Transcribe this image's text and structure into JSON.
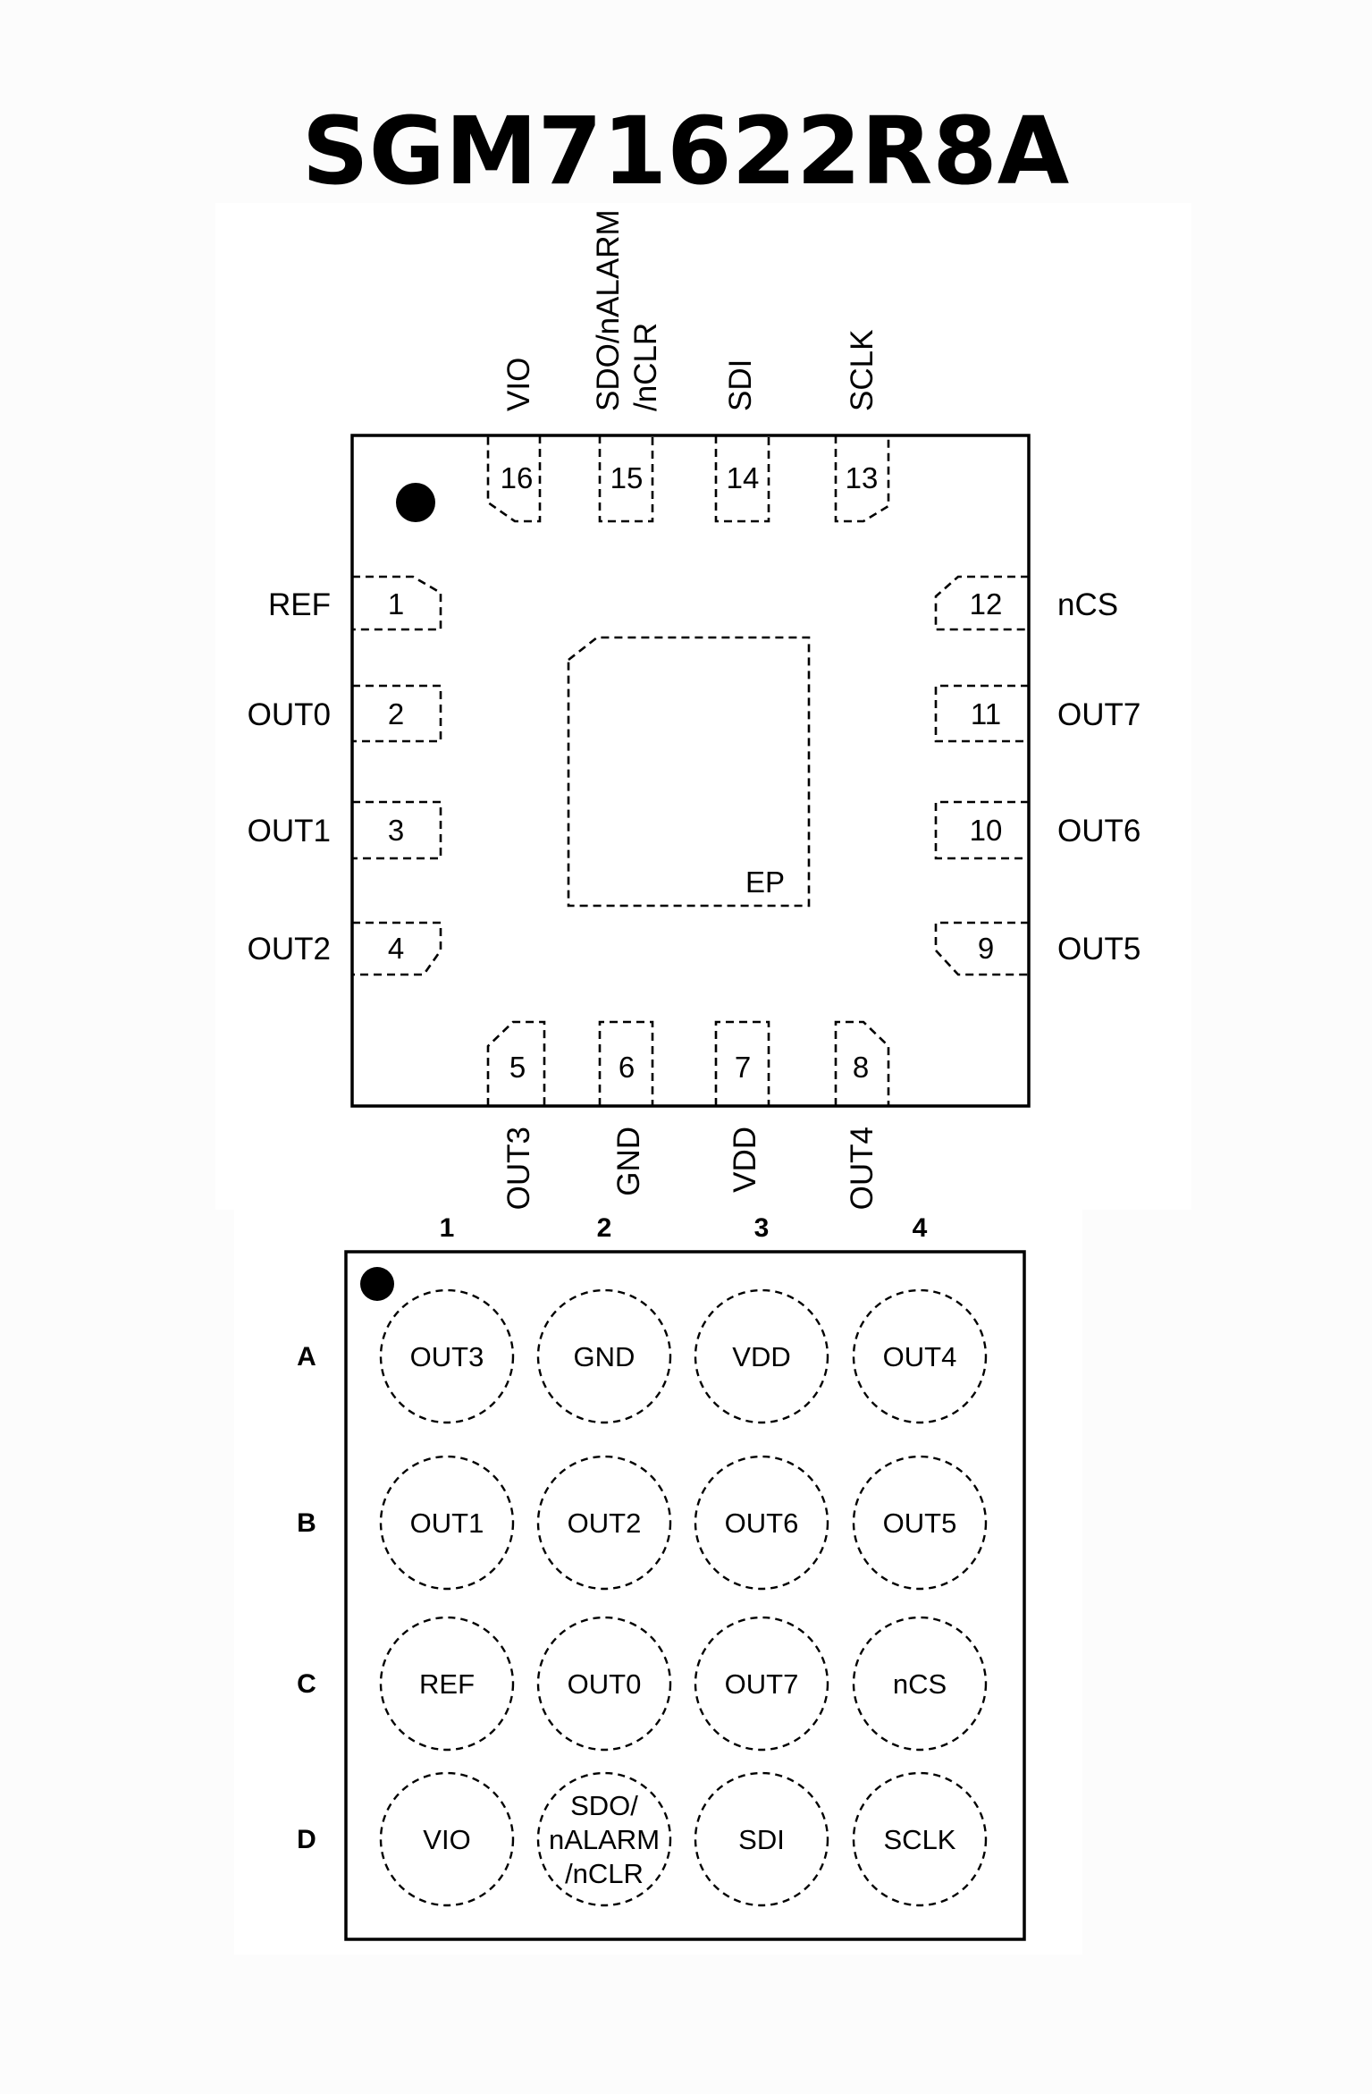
{
  "title": "SGM71622R8A",
  "qfn": {
    "pins": [
      {
        "num": "1",
        "name": "REF",
        "side": "left"
      },
      {
        "num": "2",
        "name": "OUT0",
        "side": "left"
      },
      {
        "num": "3",
        "name": "OUT1",
        "side": "left"
      },
      {
        "num": "4",
        "name": "OUT2",
        "side": "left"
      },
      {
        "num": "5",
        "name": "OUT3",
        "side": "bottom"
      },
      {
        "num": "6",
        "name": "GND",
        "side": "bottom"
      },
      {
        "num": "7",
        "name": "VDD",
        "side": "bottom"
      },
      {
        "num": "8",
        "name": "OUT4",
        "side": "bottom"
      },
      {
        "num": "9",
        "name": "OUT5",
        "side": "right"
      },
      {
        "num": "10",
        "name": "OUT6",
        "side": "right"
      },
      {
        "num": "11",
        "name": "OUT7",
        "side": "right"
      },
      {
        "num": "12",
        "name": "nCS",
        "side": "right"
      },
      {
        "num": "13",
        "name": "SCLK",
        "side": "top"
      },
      {
        "num": "14",
        "name": "SDI",
        "side": "top"
      },
      {
        "num": "15",
        "name": "SDO/nALARM",
        "name_line2": "/nCLR",
        "side": "top"
      },
      {
        "num": "16",
        "name": "VIO",
        "side": "top"
      }
    ],
    "exposed_pad_label": "EP"
  },
  "wlcsp": {
    "columns": [
      "1",
      "2",
      "3",
      "4"
    ],
    "rows": [
      "A",
      "B",
      "C",
      "D"
    ],
    "balls": [
      [
        "OUT3",
        "GND",
        "VDD",
        "OUT4"
      ],
      [
        "OUT1",
        "OUT2",
        "OUT6",
        "OUT5"
      ],
      [
        "REF",
        "OUT0",
        "OUT7",
        "nCS"
      ],
      [
        "VIO",
        "SDO/\nnALARM\n/nCLR",
        "SDI",
        "SCLK"
      ]
    ]
  }
}
